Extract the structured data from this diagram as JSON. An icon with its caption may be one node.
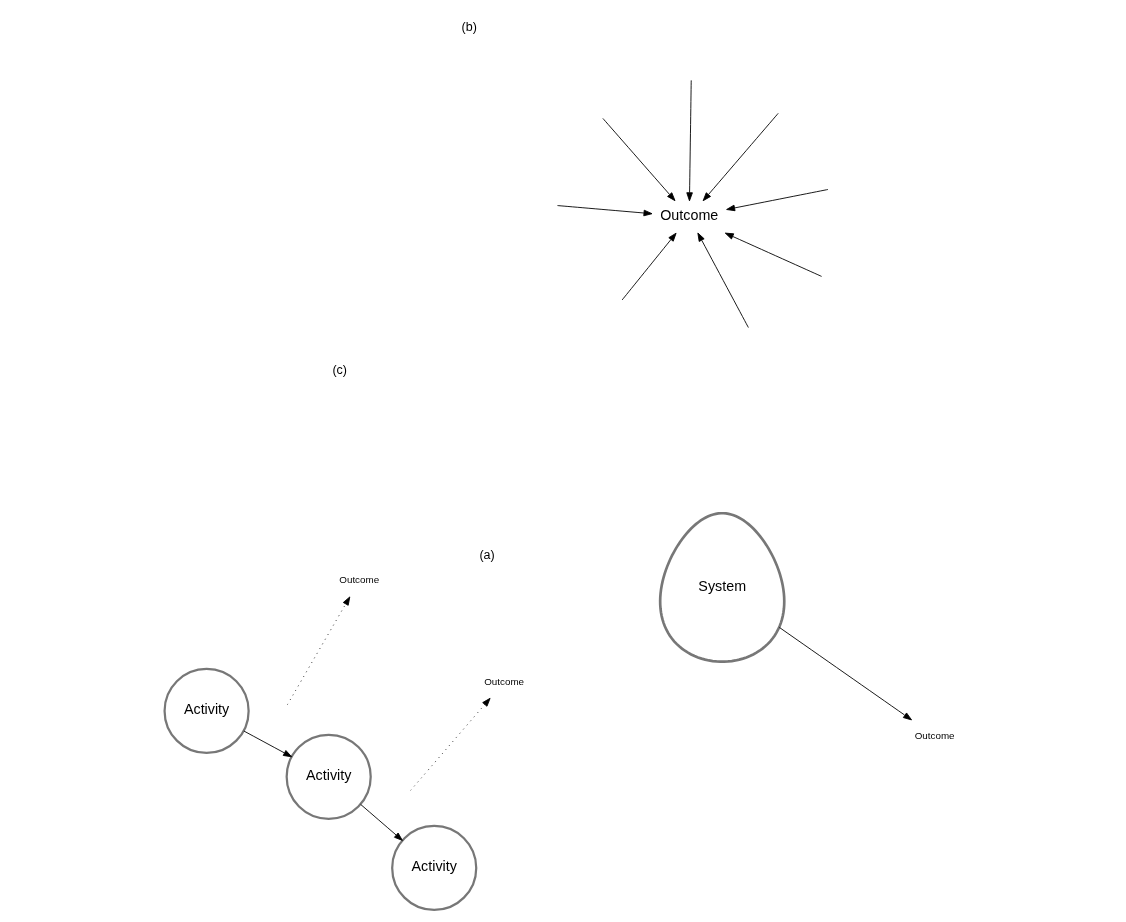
{
  "diagram": {
    "nodes": [
      {
        "text": [
          "Activity"
        ]
      },
      {
        "text": [
          "Activity"
        ]
      },
      {
        "text": [
          "Activity"
        ]
      },
      {
        "text": [
          "Outcome"
        ]
      },
      {
        "text": [
          "Outcome"
        ]
      },
      {
        "text": [
          "Outcome"
        ]
      },
      {
        "text": [
          "System"
        ]
      },
      {
        "text": [
          "Outcome"
        ]
      }
    ],
    "edges": [
      {
        "from": 0,
        "to": 1,
        "arrow": "to"
      },
      {
        "from": 1,
        "to": 2,
        "arrow": "to"
      },
      {
        "from": null,
        "to": 3,
        "arrow": "to",
        "style": "dashed"
      },
      {
        "from": null,
        "to": 4,
        "arrow": "to",
        "style": "dashed"
      },
      {
        "from": null,
        "to": 5,
        "arrow": "to"
      },
      {
        "from": null,
        "to": 5,
        "arrow": "to"
      },
      {
        "from": null,
        "to": 5,
        "arrow": "to"
      },
      {
        "from": null,
        "to": 5,
        "arrow": "to"
      },
      {
        "from": null,
        "to": 5,
        "arrow": "to"
      },
      {
        "from": null,
        "to": 5,
        "arrow": "to"
      },
      {
        "from": null,
        "to": 5,
        "arrow": "to"
      },
      {
        "from": null,
        "to": 5,
        "arrow": "to"
      },
      {
        "from": 6,
        "to": 7,
        "arrow": "to"
      }
    ],
    "labels": [
      "(a)",
      "(b)",
      "(c)"
    ]
  }
}
